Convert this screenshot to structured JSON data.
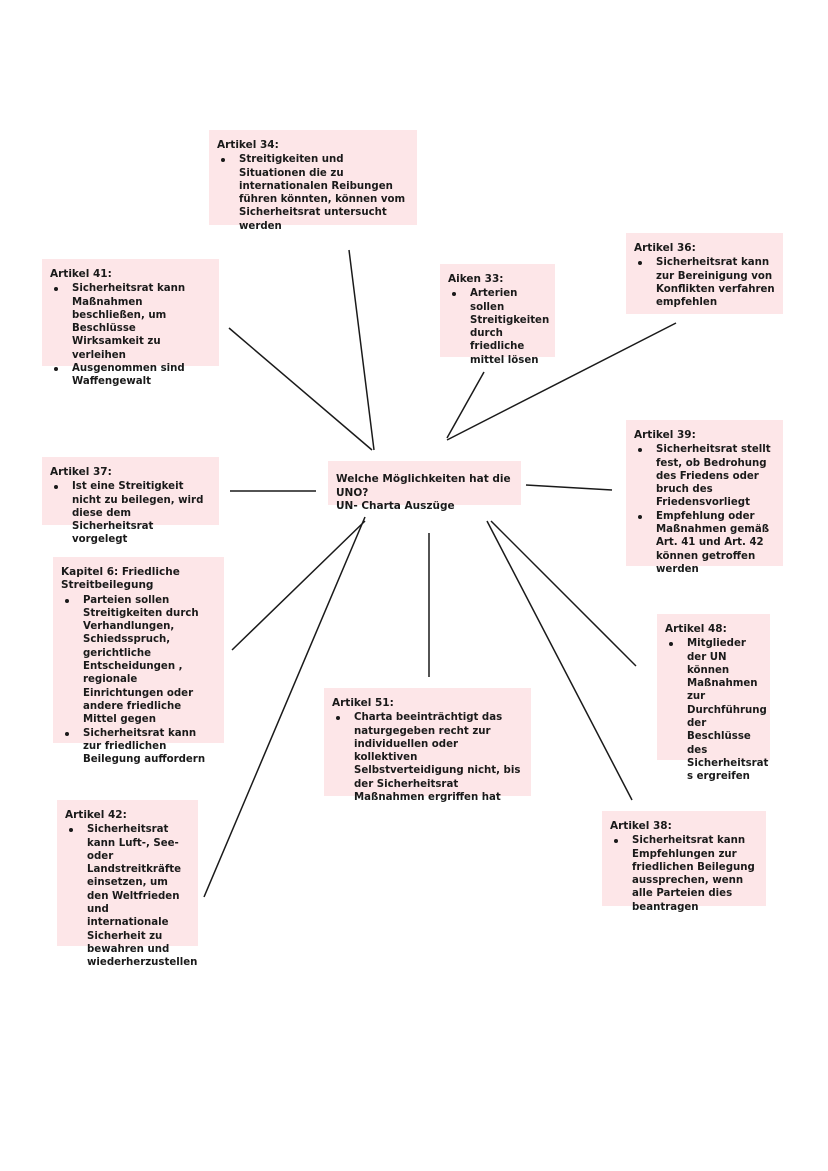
{
  "center": {
    "line1": "Welche Möglichkeiten hat die UNO?",
    "line2": "UN- Charta Auszüge"
  },
  "boxes": {
    "art34": {
      "title": "Artikel 34:",
      "items": [
        "Streitigkeiten und Situationen die zu internationalen Reibungen führen könnten, können vom Sicherheitsrat untersucht werden"
      ]
    },
    "art41": {
      "title": "Artikel 41:",
      "items": [
        "Sicherheitsrat kann Maßnahmen beschließen, um Beschlüsse Wirksamkeit zu verleihen",
        "Ausgenommen sind Waffengewalt"
      ]
    },
    "art33": {
      "title": "Aiken 33:",
      "items": [
        "Arterien sollen Streitigkeiten durch friedliche mittel lösen"
      ]
    },
    "art36": {
      "title": "Artikel 36:",
      "items": [
        "Sicherheitsrat kann zur Bereinigung von Konflikten verfahren empfehlen"
      ]
    },
    "art37": {
      "title": "Artikel 37:",
      "items": [
        "Ist eine Streitigkeit nicht zu beilegen, wird diese dem Sicherheitsrat vorgelegt"
      ]
    },
    "art39": {
      "title": "Artikel 39:",
      "items": [
        "Sicherheitsrat stellt fest, ob Bedrohung des Friedens oder bruch des Friedensvorliegt",
        "Empfehlung oder Maßnahmen gemäß Art. 41 und Art. 42 können getroffen werden"
      ]
    },
    "kap6": {
      "title": "Kapitel 6: Friedliche Streitbeilegung",
      "items": [
        "Parteien sollen Streitigkeiten durch Verhandlungen, Schiedsspruch, gerichtliche Entscheidungen , regionale Einrichtungen oder andere friedliche Mittel gegen",
        "Sicherheitsrat kann zur friedlichen Beilegung auffordern"
      ]
    },
    "art48": {
      "title": "Artikel 48:",
      "items": [
        "Mitglieder der UN können Maßnahmen zur Durchführung der Beschlüsse des Sicherheitsrat s ergreifen"
      ]
    },
    "art51": {
      "title": "Artikel 51:",
      "items": [
        "Charta beeinträchtigt das naturgegeben recht zur individuellen oder kollektiven Selbstverteidigung nicht, bis der Sicherheitsrat Maßnahmen ergriffen hat"
      ]
    },
    "art42": {
      "title": "Artikel 42:",
      "items": [
        "Sicherheitsrat kann Luft-, See- oder Landstreitkräfte einsetzen, um den Weltfrieden und internationale Sicherheit zu bewahren und wiederherzustellen"
      ]
    },
    "art38": {
      "title": "Artikel 38:",
      "items": [
        "Sicherheitsrat kann Empfehlungen zur friedlichen Beilegung aussprechen, wenn alle Parteien dies beantragen"
      ]
    }
  },
  "colors": {
    "box_fill": "#fde6e8",
    "line": "#1a1a1a"
  }
}
